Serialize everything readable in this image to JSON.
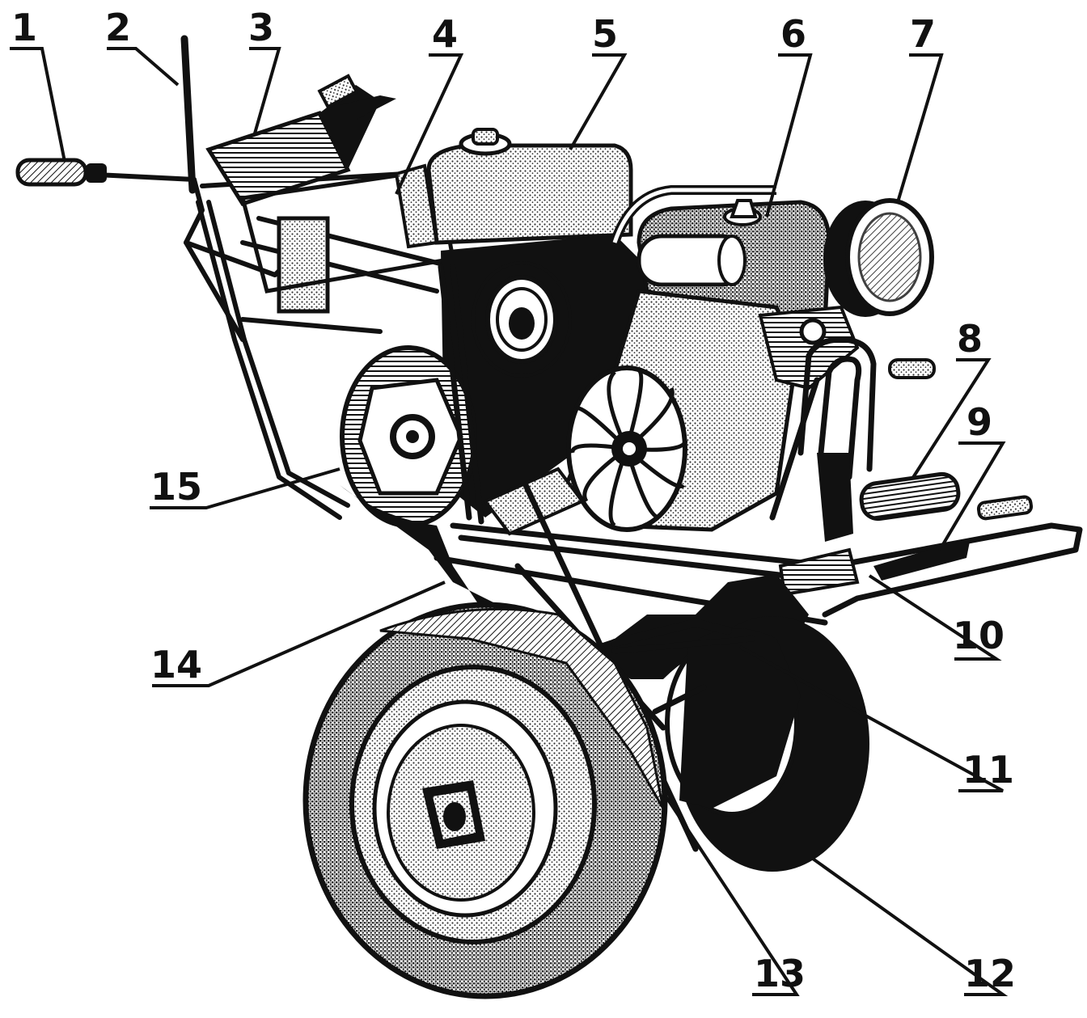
{
  "diagram": {
    "palette": {
      "ink": "#111111",
      "paper": "#ffffff",
      "stipple": "#555555"
    },
    "callouts": [
      {
        "id": "c1",
        "label": "1"
      },
      {
        "id": "c2",
        "label": "2"
      },
      {
        "id": "c3",
        "label": "3"
      },
      {
        "id": "c4",
        "label": "4"
      },
      {
        "id": "c5",
        "label": "5"
      },
      {
        "id": "c6",
        "label": "6"
      },
      {
        "id": "c7",
        "label": "7"
      },
      {
        "id": "c8",
        "label": "8"
      },
      {
        "id": "c9",
        "label": "9"
      },
      {
        "id": "c10",
        "label": "10"
      },
      {
        "id": "c11",
        "label": "11"
      },
      {
        "id": "c12",
        "label": "12"
      },
      {
        "id": "c13",
        "label": "13"
      },
      {
        "id": "c14",
        "label": "14"
      },
      {
        "id": "c15",
        "label": "15"
      }
    ]
  }
}
